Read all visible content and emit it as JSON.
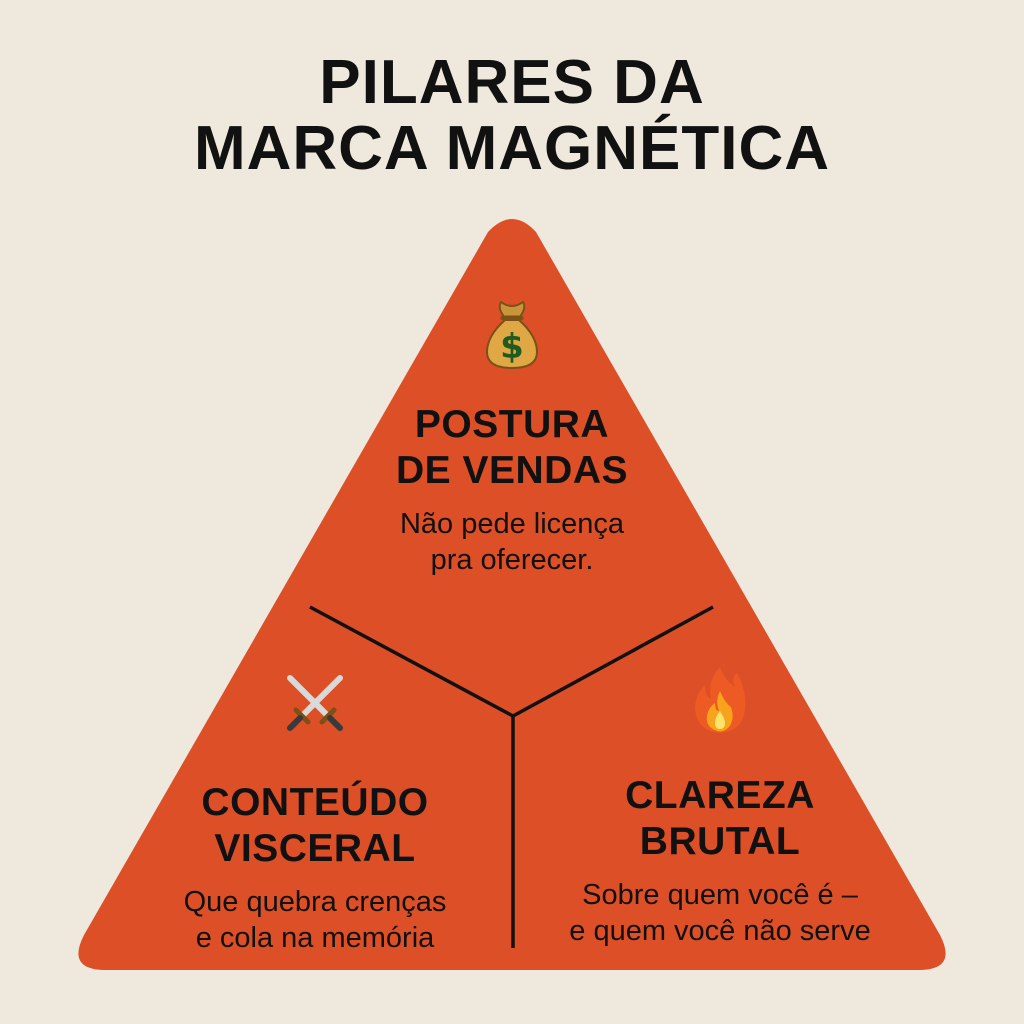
{
  "title": {
    "line1": "PILARES DA",
    "line2": "MARCA MAGNÉTICA"
  },
  "colors": {
    "background": "#efe8dd",
    "pyramid": "#dd4f27",
    "text": "#111111"
  },
  "pillars": [
    {
      "icon": "money-bag-icon",
      "heading_line1": "POSTURA",
      "heading_line2": "DE VENDAS",
      "desc_line1": "Não pede licença",
      "desc_line2": "pra oferecer."
    },
    {
      "icon": "crossed-swords-icon",
      "heading_line1": "CONTEÚDO",
      "heading_line2": "VISCERAL",
      "desc_line1": "Que quebra crenças",
      "desc_line2": "e cola na memória"
    },
    {
      "icon": "fire-icon",
      "heading_line1": "CLAREZA",
      "heading_line2": "BRUTAL",
      "desc_line1": "Sobre quem você é –",
      "desc_line2": "e quem você não serve"
    }
  ]
}
